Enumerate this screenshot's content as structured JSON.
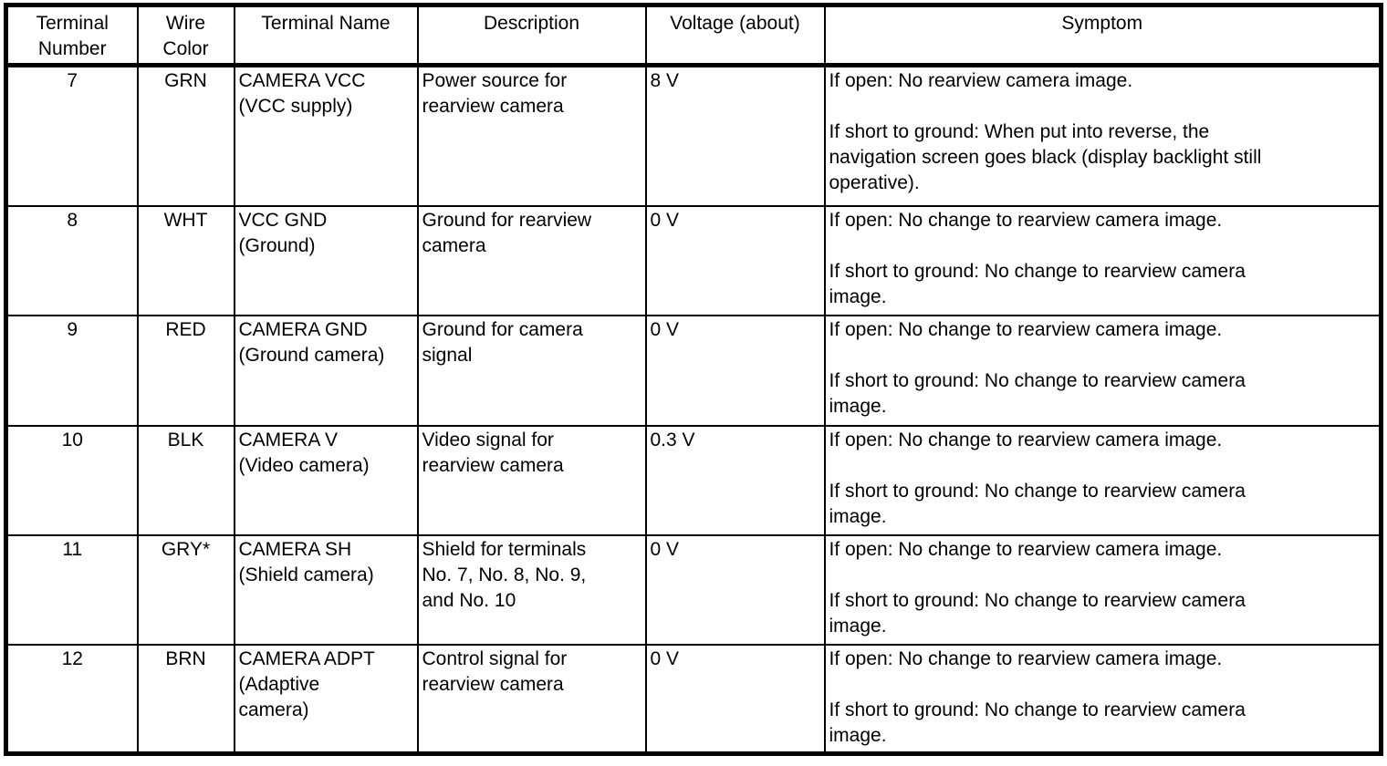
{
  "colors": {
    "border": "#000000",
    "text": "#000000",
    "background": "#ffffff"
  },
  "table": {
    "headers": [
      "Terminal\nNumber",
      "Wire\nColor",
      "Terminal Name",
      "Description",
      "Voltage (about)",
      "Symptom"
    ],
    "rows": [
      {
        "terminal_number": "7",
        "wire_color": "GRN",
        "terminal_name": "CAMERA VCC\n(VCC supply)",
        "description": "Power source for\nrearview camera",
        "voltage": "8 V",
        "symptom": "If open: No rearview camera image.\n\nIf short to ground: When put into reverse, the\nnavigation screen goes black (display backlight still\noperative)."
      },
      {
        "terminal_number": "8",
        "wire_color": "WHT",
        "terminal_name": "VCC GND\n(Ground)",
        "description": "Ground for rearview\ncamera",
        "voltage": "0 V",
        "symptom": "If open: No change to rearview camera image.\n\nIf short to ground: No change to rearview camera\nimage."
      },
      {
        "terminal_number": "9",
        "wire_color": "RED",
        "terminal_name": "CAMERA GND\n(Ground camera)",
        "description": "Ground for camera\nsignal",
        "voltage": "0 V",
        "symptom": "If open: No change to rearview camera image.\n\nIf short to ground: No change to rearview camera\nimage."
      },
      {
        "terminal_number": "10",
        "wire_color": "BLK",
        "terminal_name": "CAMERA V\n(Video camera)",
        "description": "Video signal for\nrearview camera",
        "voltage": "0.3 V",
        "symptom": "If open: No change to rearview camera image.\n\nIf short to ground: No change to rearview camera\nimage."
      },
      {
        "terminal_number": "11",
        "wire_color": "GRY*",
        "terminal_name": "CAMERA SH\n(Shield camera)",
        "description": "Shield for terminals\nNo. 7, No. 8, No. 9,\nand No. 10",
        "voltage": "0 V",
        "symptom": "If open: No change to rearview camera image.\n\nIf short to ground: No change to rearview camera\nimage."
      },
      {
        "terminal_number": "12",
        "wire_color": "BRN",
        "terminal_name": "CAMERA ADPT\n(Adaptive\ncamera)",
        "description": "Control signal for\nrearview camera",
        "voltage": "0 V",
        "symptom": "If open: No change to rearview camera image.\n\nIf short to ground: No change to rearview camera\nimage."
      }
    ]
  }
}
